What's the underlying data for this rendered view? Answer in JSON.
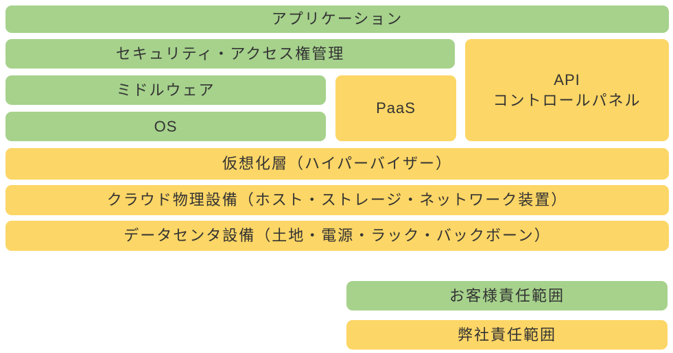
{
  "colors": {
    "customer_green": "#A6D28C",
    "provider_yellow": "#FCD666",
    "text": "#333333",
    "background": "#FFFFFF"
  },
  "layers": {
    "application": "アプリケーション",
    "security": "セキュリティ・アクセス権管理",
    "middleware": "ミドルウェア",
    "os": "OS",
    "paas": "PaaS",
    "api_control_panel": {
      "line1": "API",
      "line2": "コントロールパネル"
    },
    "virtualization": "仮想化層（ハイパーバイザー）",
    "physical_facility": "クラウド物理設備（ホスト・ストレージ・ネットワーク装置）",
    "datacenter_facility": "データセンタ設備（土地・電源・ラック・バックボーン）"
  },
  "legend": {
    "customer": "お客様責任範囲",
    "provider": "弊社責任範囲"
  }
}
